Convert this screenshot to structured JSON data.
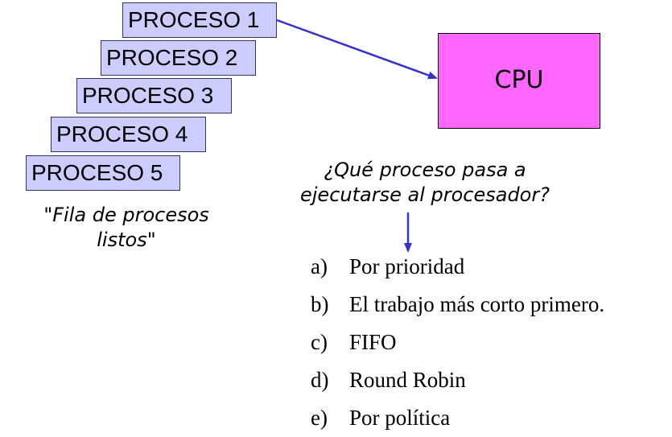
{
  "queue": {
    "processes": [
      "PROCESO 1",
      "PROCESO 2",
      "PROCESO 3",
      "PROCESO 4",
      "PROCESO 5"
    ],
    "caption_line1": "\"Fila de procesos",
    "caption_line2": "listos\""
  },
  "cpu": {
    "label": "CPU"
  },
  "question": {
    "line1": "¿Qué proceso pasa a",
    "line2": "ejecutarse al procesador?"
  },
  "options": [
    {
      "letter": "a)",
      "text": "Por prioridad"
    },
    {
      "letter": "b)",
      "text": "El trabajo más corto primero."
    },
    {
      "letter": "c)",
      "text": "FIFO"
    },
    {
      "letter": "d)",
      "text": "Round Robin"
    },
    {
      "letter": "e)",
      "text": "Por política"
    }
  ],
  "colors": {
    "process_fill": "#ccccff",
    "cpu_fill": "#ff66ff",
    "arrow": "#3333cc"
  }
}
